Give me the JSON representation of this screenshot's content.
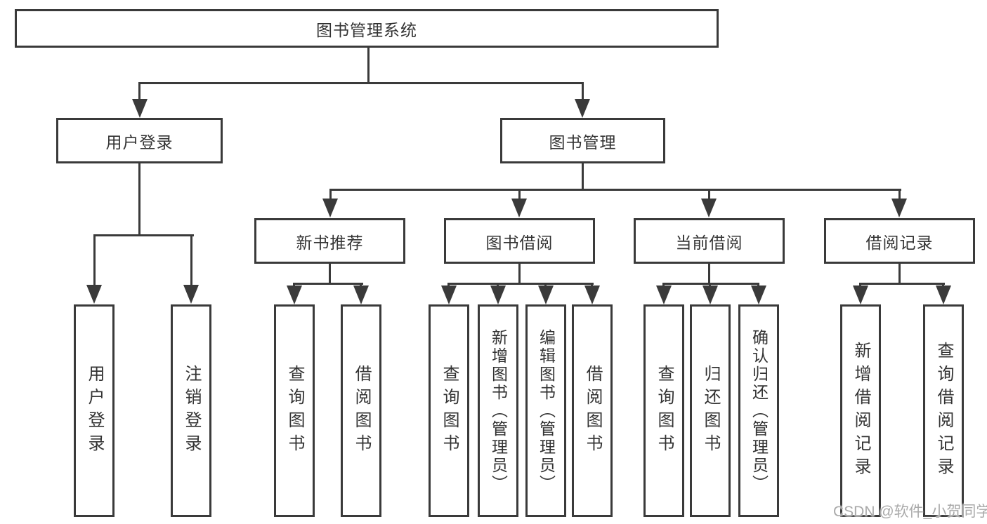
{
  "colors": {
    "line": "#3a3a3a",
    "box-border": "#3a3a3a",
    "text": "#333333",
    "watermark": "#a9a9a9"
  },
  "tree": {
    "label": "图书管理系统",
    "children": [
      {
        "label": "用户登录",
        "children": [
          {
            "label": "用户登录"
          },
          {
            "label": "注销登录"
          }
        ]
      },
      {
        "label": "图书管理",
        "children": [
          {
            "label": "新书推荐",
            "children": [
              {
                "label": "查询图书"
              },
              {
                "label": "借阅图书"
              }
            ]
          },
          {
            "label": "图书借阅",
            "children": [
              {
                "label": "查询图书"
              },
              {
                "label": "新增图书（管理员）"
              },
              {
                "label": "编辑图书（管理员）"
              },
              {
                "label": "借阅图书"
              }
            ]
          },
          {
            "label": "当前借阅",
            "children": [
              {
                "label": "查询图书"
              },
              {
                "label": "归还图书"
              },
              {
                "label": "确认归还（管理员）"
              }
            ]
          },
          {
            "label": "借阅记录",
            "children": [
              {
                "label": "新增借阅记录"
              },
              {
                "label": "查询借阅记录"
              }
            ]
          }
        ]
      }
    ]
  },
  "watermark": {
    "text": "CSDN @软件_小贺同学"
  }
}
